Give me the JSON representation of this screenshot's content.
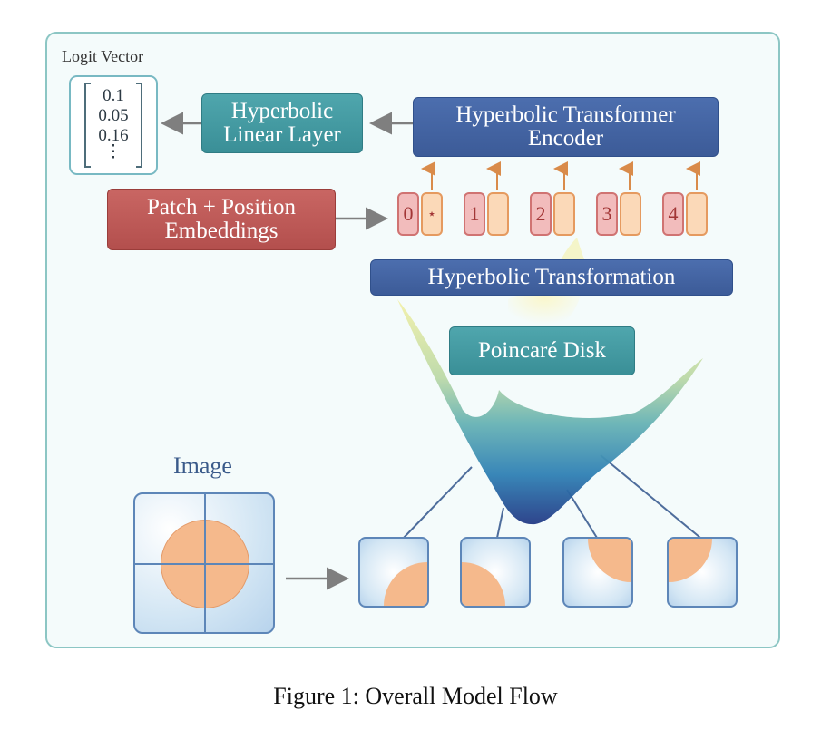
{
  "logit": {
    "title": "Logit Vector",
    "values": [
      "0.1",
      "0.05",
      "0.16",
      "⋮"
    ]
  },
  "boxes": {
    "linear_layer": {
      "line1": "Hyperbolic",
      "line2": "Linear Layer"
    },
    "encoder": {
      "line1": "Hyperbolic Transformer",
      "line2": "Encoder"
    },
    "embeddings": {
      "line1": "Patch + Position",
      "line2": "Embeddings"
    },
    "transformation": "Hyperbolic Transformation",
    "poincare": "Poincaré Disk"
  },
  "tokens": [
    {
      "index": "0",
      "extra": "⋆"
    },
    {
      "index": "1",
      "extra": ""
    },
    {
      "index": "2",
      "extra": ""
    },
    {
      "index": "3",
      "extra": ""
    },
    {
      "index": "4",
      "extra": ""
    }
  ],
  "image_label": "Image",
  "caption": "Figure 1: Overall Model Flow",
  "colors": {
    "panel_border": "#8cc6c4",
    "teal_box": "#3f979f",
    "navy_box": "#3f5f9c",
    "red_box": "#bd5a57",
    "patch_fill": "#f5b98c"
  },
  "icons": [
    "arrow-left-icon",
    "arrow-right-icon",
    "arrow-up-icon"
  ]
}
